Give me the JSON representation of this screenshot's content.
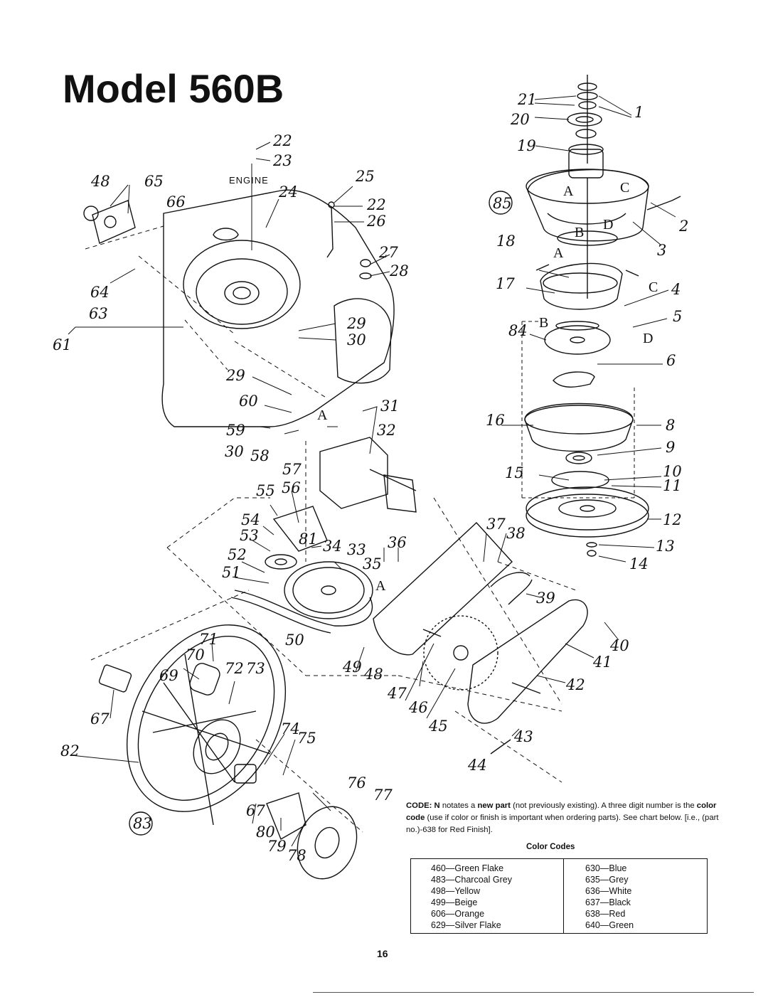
{
  "title": "Model 560B",
  "engine_label": "ENGINE",
  "callouts": {
    "c1": "1",
    "c2": "2",
    "c3": "3",
    "c4": "4",
    "c5": "5",
    "c6": "6",
    "c8": "8",
    "c9": "9",
    "c10": "10",
    "c11": "11",
    "c12": "12",
    "c13": "13",
    "c14": "14",
    "c15": "15",
    "c16": "16",
    "c17": "17",
    "c18": "18",
    "c19": "19",
    "c20": "20",
    "c21": "21",
    "c22a": "22",
    "c23": "23",
    "c22b": "22",
    "c24": "24",
    "c25": "25",
    "c26": "26",
    "c27": "27",
    "c28": "28",
    "c29a": "29",
    "c30a": "30",
    "c29b": "29",
    "c30b": "30",
    "c31": "31",
    "c32": "32",
    "c33": "33",
    "c34": "34",
    "c35": "35",
    "c36": "36",
    "c37": "37",
    "c38": "38",
    "c39": "39",
    "c40": "40",
    "c41": "41",
    "c42": "42",
    "c43": "43",
    "c44": "44",
    "c45": "45",
    "c46": "46",
    "c47": "47",
    "c48a": "48",
    "c48b": "48",
    "c49": "49",
    "c50": "50",
    "c51": "51",
    "c52": "52",
    "c53": "53",
    "c54": "54",
    "c55": "55",
    "c56": "56",
    "c57": "57",
    "c58": "58",
    "c59": "59",
    "c60": "60",
    "c61": "61",
    "c63": "63",
    "c64": "64",
    "c65": "65",
    "c66": "66",
    "c67a": "67",
    "c67b": "67",
    "c69": "69",
    "c70": "70",
    "c71": "71",
    "c72": "72",
    "c73": "73",
    "c74": "74",
    "c75": "75",
    "c76": "76",
    "c77": "77",
    "c78": "78",
    "c79": "79",
    "c80": "80",
    "c81": "81",
    "c82": "82",
    "c83": "83",
    "c84": "84",
    "c85": "85"
  },
  "letters": {
    "a1": "A",
    "a2": "A",
    "a3": "A",
    "a4": "A",
    "b1": "B",
    "b2": "B",
    "cl1": "C",
    "cl2": "C",
    "d1": "D",
    "d2": "D"
  },
  "code_note": {
    "code_label": "CODE:",
    "n_label": "N",
    "text1": " notates a ",
    "new_part": "new part",
    "text2": " (not previously existing). A three digit number is the ",
    "color_code": "color code",
    "text3": " (use if color or finish is important when ordering parts). See chart below. [i.e., (part no.)-638 for Red Finish]."
  },
  "color_codes_title": "Color Codes",
  "color_codes_left": [
    "460—Green Flake",
    "483—Charcoal Grey",
    "498—Yellow",
    "499—Beige",
    "606—Orange",
    "629—Silver Flake"
  ],
  "color_codes_right": [
    "630—Blue",
    "635—Grey",
    "636—White",
    "637—Black",
    "638—Red",
    "640—Green"
  ],
  "page_number": "16"
}
